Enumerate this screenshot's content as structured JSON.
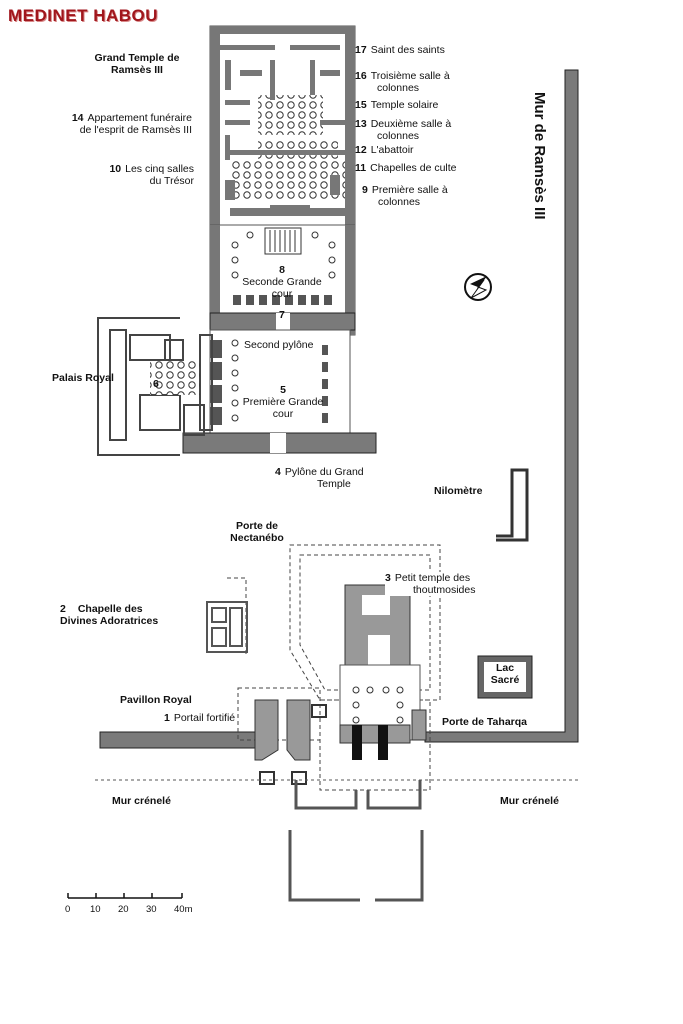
{
  "title": "MEDINET HABOU",
  "grand_temple": {
    "title_line1": "Grand Temple de",
    "title_line2": "Ramsès III"
  },
  "wall_label": "Mur de Ramsès III",
  "labels": {
    "l17": {
      "num": "17",
      "text": "Saint des saints"
    },
    "l16": {
      "num": "16",
      "text1": "Troisième salle à",
      "text2": "colonnes"
    },
    "l15": {
      "num": "15",
      "text": "Temple solaire"
    },
    "l13": {
      "num": "13",
      "text1": "Deuxième salle à",
      "text2": "colonnes"
    },
    "l12": {
      "num": "12",
      "text": "L'abattoir"
    },
    "l11": {
      "num": "11",
      "text": "Chapelles de culte"
    },
    "l9": {
      "num": "9",
      "text1": "Première salle à",
      "text2": "colonnes"
    },
    "l14": {
      "num": "14",
      "text1": "Appartement funéraire",
      "text2": "de l'esprit de Ramsès III"
    },
    "l10": {
      "num": "10",
      "text1": "Les cinq salles",
      "text2": "du Trésor"
    },
    "l8": {
      "num": "8",
      "text1": "Seconde Grande",
      "text2": "cour"
    },
    "l7": {
      "num": "7",
      "text": "Second pylône"
    },
    "l6": {
      "num": "6"
    },
    "palais": "Palais Royal",
    "l5": {
      "num": "5",
      "text1": "Première Grande",
      "text2": "cour"
    },
    "l4": {
      "num": "4",
      "text1": "Pylône du Grand",
      "text2": "Temple"
    },
    "nilometre": "Nilomètre",
    "nectanebo": {
      "line1": "Porte de",
      "line2": "Nectanébo"
    },
    "l3": {
      "num": "3",
      "text1": "Petit temple des",
      "text2": "thoutmosides"
    },
    "l2": {
      "num": "2",
      "text1": "Chapelle des",
      "text2": "Divines Adoratrices"
    },
    "lac": {
      "line1": "Lac",
      "line2": "Sacré"
    },
    "pavillon": "Pavillon Royal",
    "l1": {
      "num": "1",
      "text": "Portail fortifié"
    },
    "taharqa": "Porte de Taharqa",
    "mur_left": "Mur crénelé",
    "mur_right": "Mur crénelé"
  },
  "scale": {
    "ticks": [
      "0",
      "10",
      "20",
      "30",
      "40m"
    ]
  },
  "colors": {
    "title": "#a0161c",
    "wall_fill": "#7a7a7a",
    "dark_fill": "#444444",
    "light_fill": "#c8c8c8"
  }
}
